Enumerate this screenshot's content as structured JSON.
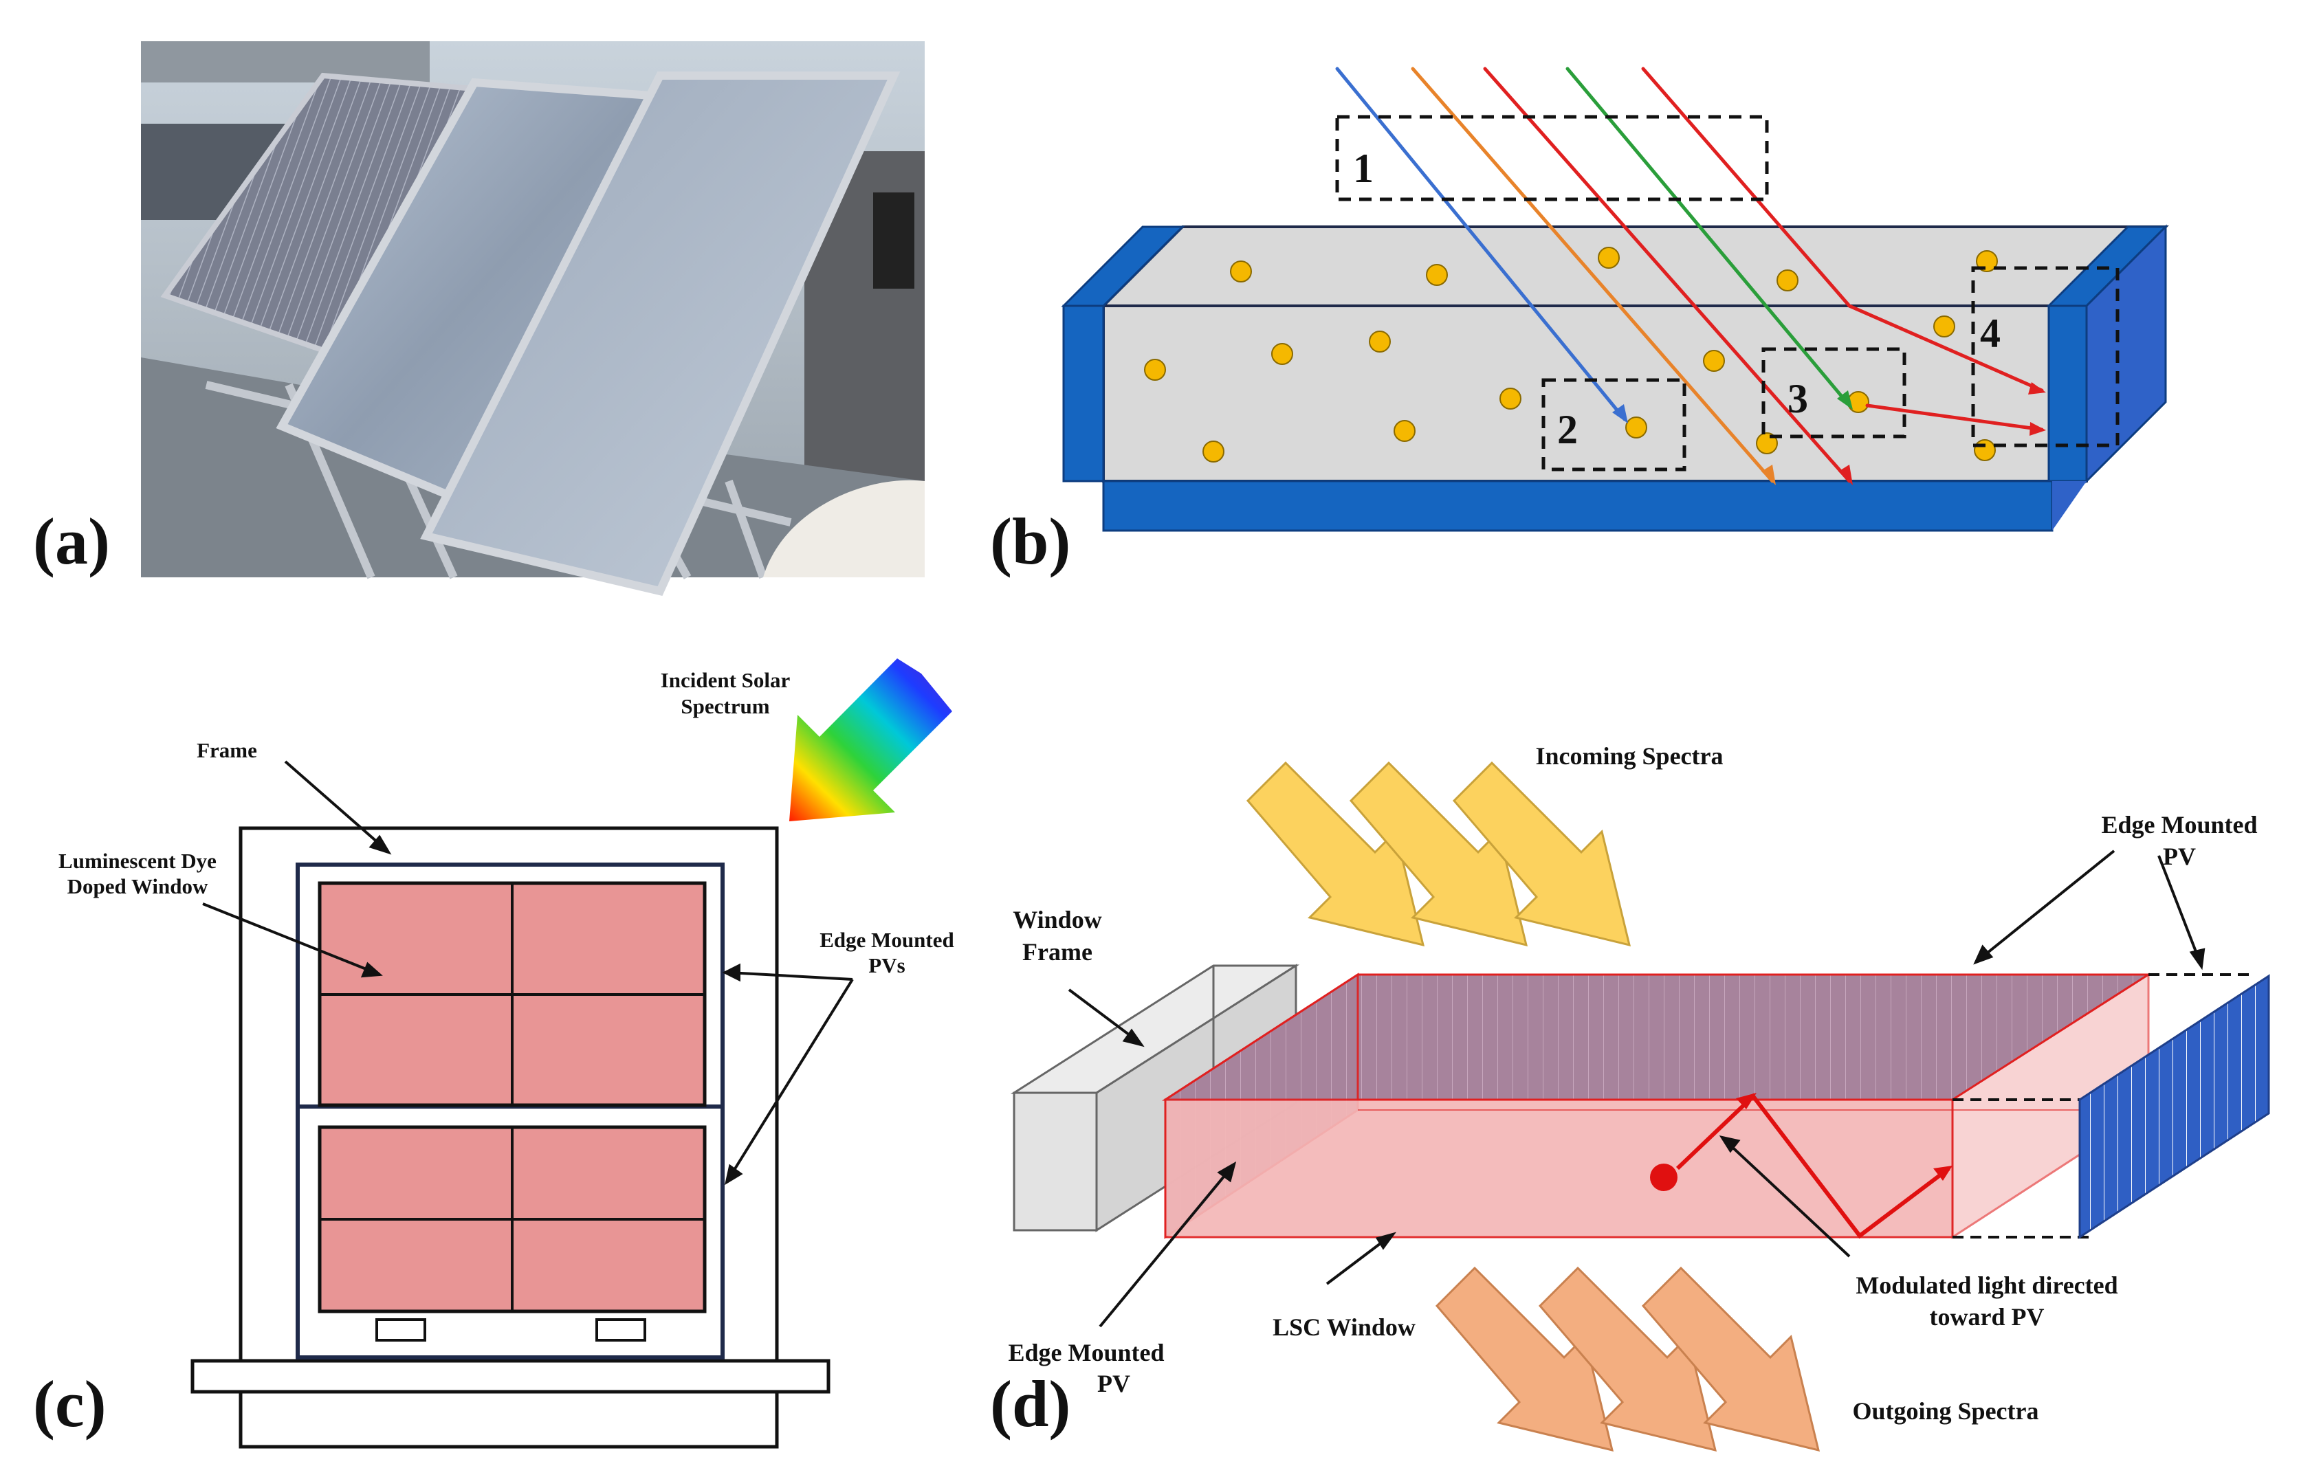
{
  "panels": {
    "a": {
      "label": "(a)"
    },
    "b": {
      "label": "(b)",
      "box_numbers": [
        "1",
        "2",
        "3",
        "4"
      ]
    },
    "c": {
      "label": "(c)",
      "incident_line1": "Incident Solar",
      "incident_line2": "Spectrum",
      "frame": "Frame",
      "dye_line1": "Luminescent Dye",
      "dye_line2": "Doped Window",
      "pv_line1": "Edge Mounted",
      "pv_line2": "PVs"
    },
    "d": {
      "label": "(d)",
      "incoming": "Incoming Spectra",
      "window_line1": "Window",
      "window_line2": "Frame",
      "edge_top_line1": "Edge Mounted",
      "edge_top_line2": "PV",
      "edge_bottom_line1": "Edge Mounted",
      "edge_bottom_line2": "PV",
      "lsc": "LSC Window",
      "mod_line1": "Modulated light directed",
      "mod_line2": "toward PV",
      "outgoing": "Outgoing Spectra"
    }
  },
  "colors": {
    "blue_edge": "#1565c0",
    "slab_gray": "#d9d9d9",
    "particle": "#f5b800",
    "pink_pane": "#e89595",
    "frame_navy": "#1f2a4a",
    "lsc_pink": "#f4b7b7",
    "lsc_purple": "#a7839c",
    "incoming_arrow": "#fcd25e",
    "outgoing_arrow": "#f3ae80"
  },
  "ray_colors": [
    "#3a6fd0",
    "#e8832a",
    "#e02020",
    "#2a9e3a",
    "#e02020"
  ]
}
